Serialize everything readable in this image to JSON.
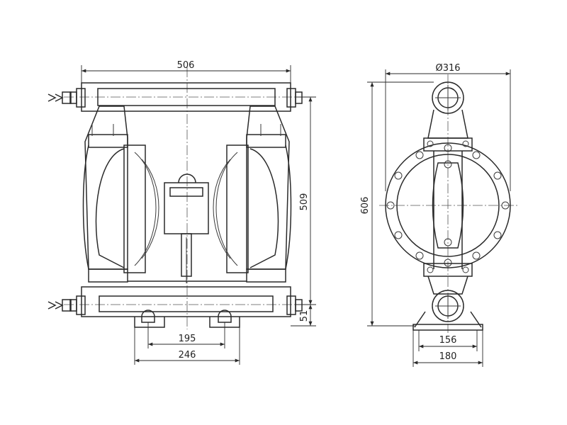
{
  "dimensions": {
    "front_width": "506",
    "side_diameter": "Ø316",
    "front_height": "509",
    "side_height": "606",
    "port_height": "51",
    "foot_inner": "195",
    "foot_outer": "246",
    "side_base_inner": "156",
    "side_base_outer": "180"
  }
}
